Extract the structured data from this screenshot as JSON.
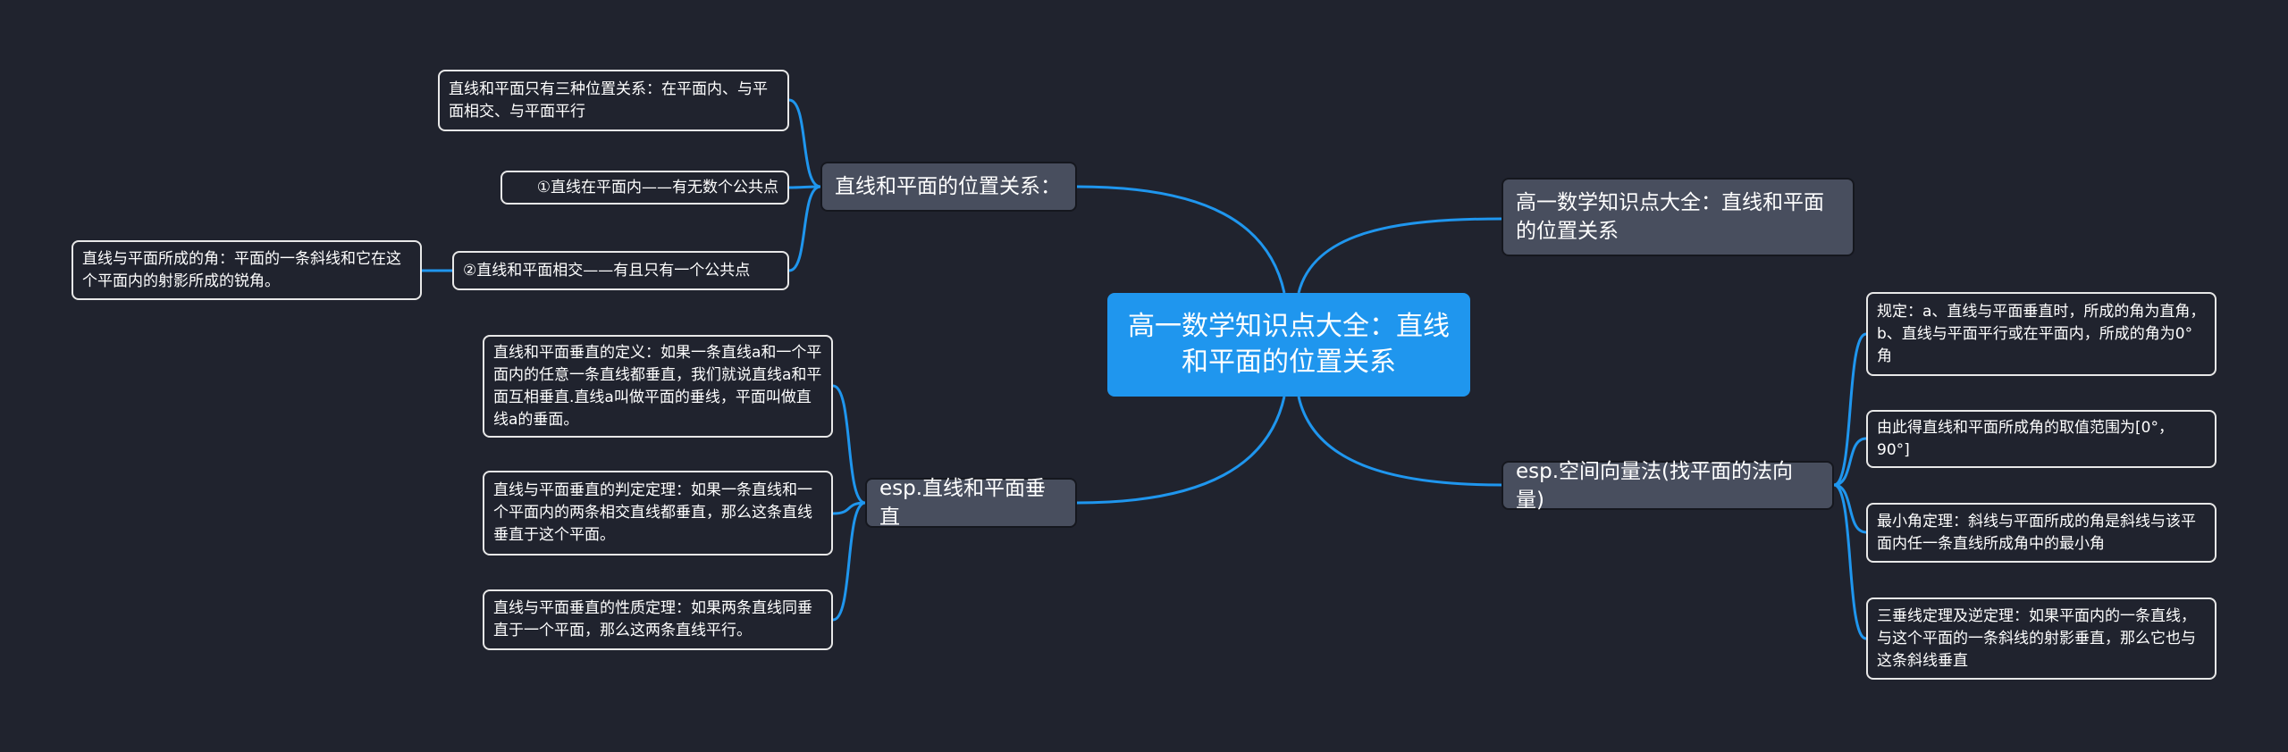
{
  "root": {
    "label": "高一数学知识点大全：直线和平面的位置关系"
  },
  "branches": [
    {
      "label": "直线和平面的位置关系：",
      "children": [
        {
          "label": "直线和平面只有三种位置关系：在平面内、与平面相交、与平面平行"
        },
        {
          "label": "①直线在平面内——有无数个公共点"
        },
        {
          "label": "②直线和平面相交——有且只有一个公共点",
          "children": [
            {
              "label": "直线与平面所成的角：平面的一条斜线和它在这个平面内的射影所成的锐角。"
            }
          ]
        }
      ]
    },
    {
      "label": "esp.直线和平面垂直",
      "children": [
        {
          "label": "直线和平面垂直的定义：如果一条直线a和一个平面内的任意一条直线都垂直，我们就说直线a和平面互相垂直.直线a叫做平面的垂线，平面叫做直线a的垂面。"
        },
        {
          "label": "直线与平面垂直的判定定理：如果一条直线和一个平面内的两条相交直线都垂直，那么这条直线垂直于这个平面。"
        },
        {
          "label": "直线与平面垂直的性质定理：如果两条直线同垂直于一个平面，那么这两条直线平行。"
        }
      ]
    },
    {
      "label": "高一数学知识点大全：直线和平面的位置关系"
    },
    {
      "label": "esp.空间向量法(找平面的法向量)",
      "children": [
        {
          "label": "规定：a、直线与平面垂直时，所成的角为直角，b、直线与平面平行或在平面内，所成的角为0°角"
        },
        {
          "label": "由此得直线和平面所成角的取值范围为[0°，90°]"
        },
        {
          "label": "最小角定理：斜线与平面所成的角是斜线与该平面内任一条直线所成角中的最小角"
        },
        {
          "label": "三垂线定理及逆定理：如果平面内的一条直线，与这个平面的一条斜线的射影垂直，那么它也与这条斜线垂直"
        }
      ]
    }
  ],
  "colors": {
    "background": "#20232e",
    "root": "#1f96ee",
    "branch": "#484e5e",
    "link": "#1f96ee"
  }
}
